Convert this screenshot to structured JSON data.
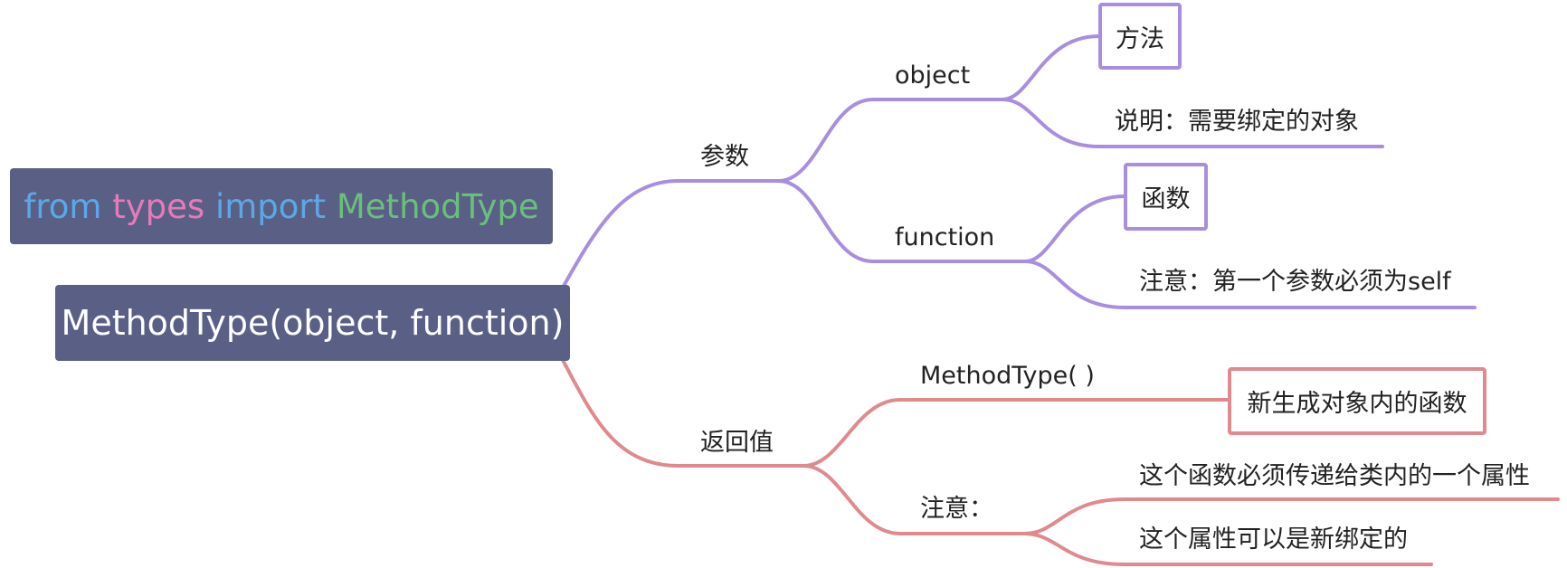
{
  "import_box": {
    "words": [
      {
        "text": "from",
        "color": "#5aa9e6"
      },
      {
        "text": "types",
        "color": "#e77ab9"
      },
      {
        "text": "import",
        "color": "#5aa9e6"
      },
      {
        "text": "MethodType",
        "color": "#6abf7b"
      }
    ]
  },
  "root": {
    "text": "MethodType(object, function)"
  },
  "params": {
    "label": "参数",
    "color": "#a98ee0",
    "object": {
      "label": "object",
      "method_box": "方法",
      "note": "说明：需要绑定的对象"
    },
    "function": {
      "label": "function",
      "function_box": "函数",
      "note": "注意：第一个参数必须为self"
    }
  },
  "return": {
    "label": "返回值",
    "color": "#e08a8e",
    "methodtype": {
      "label": "MethodType( )",
      "box": "新生成对象内的函数"
    },
    "note": {
      "label": "注意：",
      "line1": "这个函数必须传递给类内的一个属性",
      "line2": "这个属性可以是新绑定的"
    }
  }
}
